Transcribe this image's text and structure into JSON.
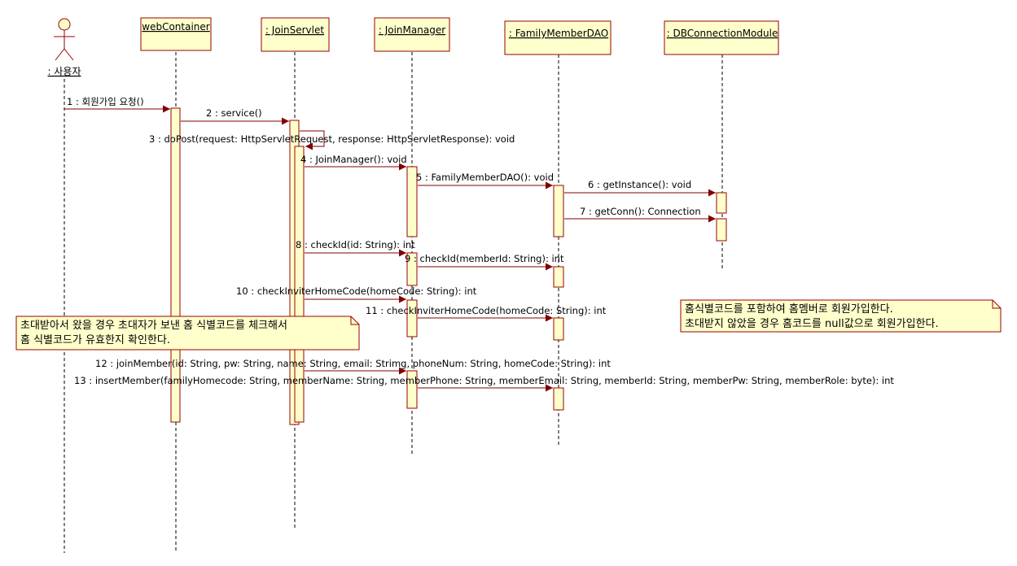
{
  "diagram": {
    "actor": {
      "name": ": 사용자"
    },
    "lifelines": [
      {
        "id": "web",
        "name": "webContainer"
      },
      {
        "id": "servlet",
        "name": ": JoinServlet"
      },
      {
        "id": "manager",
        "name": ": JoinManager"
      },
      {
        "id": "dao",
        "name": ": FamilyMemberDAO"
      },
      {
        "id": "db",
        "name": ": DBConnectionModule"
      }
    ],
    "messages": [
      {
        "label": "1 : 회원가입 요청()"
      },
      {
        "label": "2 : service()"
      },
      {
        "label": "3 : doPost(request: HttpServletRequest, response: HttpServletResponse): void"
      },
      {
        "label": "4 : JoinManager(): void"
      },
      {
        "label": "5 : FamilyMemberDAO(): void"
      },
      {
        "label": "6 : getInstance(): void"
      },
      {
        "label": "7 : getConn(): Connection"
      },
      {
        "label": "8 : checkId(id: String): int"
      },
      {
        "label": "9 : checkId(memberId: String): int"
      },
      {
        "label": "10 : checkInviterHomeCode(homeCode: String): int"
      },
      {
        "label": "11 : checkInviterHomeCode(homeCode: String): int"
      },
      {
        "label": "12 : joinMember(id: String, pw: String, name: String, email: Strimg, phoneNum: String, homeCode: String): int"
      },
      {
        "label": "13 : insertMember(familyHomecode: String, memberName: String, memberPhone: String, memberEmail: String, memberId: String, memberPw: String, memberRole: byte): int"
      }
    ],
    "notes": [
      {
        "lines": [
          "초대받아서 왔을 경우 초대자가 보낸 홈 식별코드를 체크해서",
          "홈 식별코드가 유효한지 확인한다."
        ]
      },
      {
        "lines": [
          "홈식별코드를 포함하여 홈멤버로 회원가입한다.",
          "초대받지 않았을 경우 홈코드를 null값으로 회원가입한다."
        ]
      }
    ],
    "colors": {
      "box_fill": "#ffffcc",
      "box_stroke": "#990000",
      "arrow": "#800000",
      "lifeline": "#000000"
    }
  }
}
